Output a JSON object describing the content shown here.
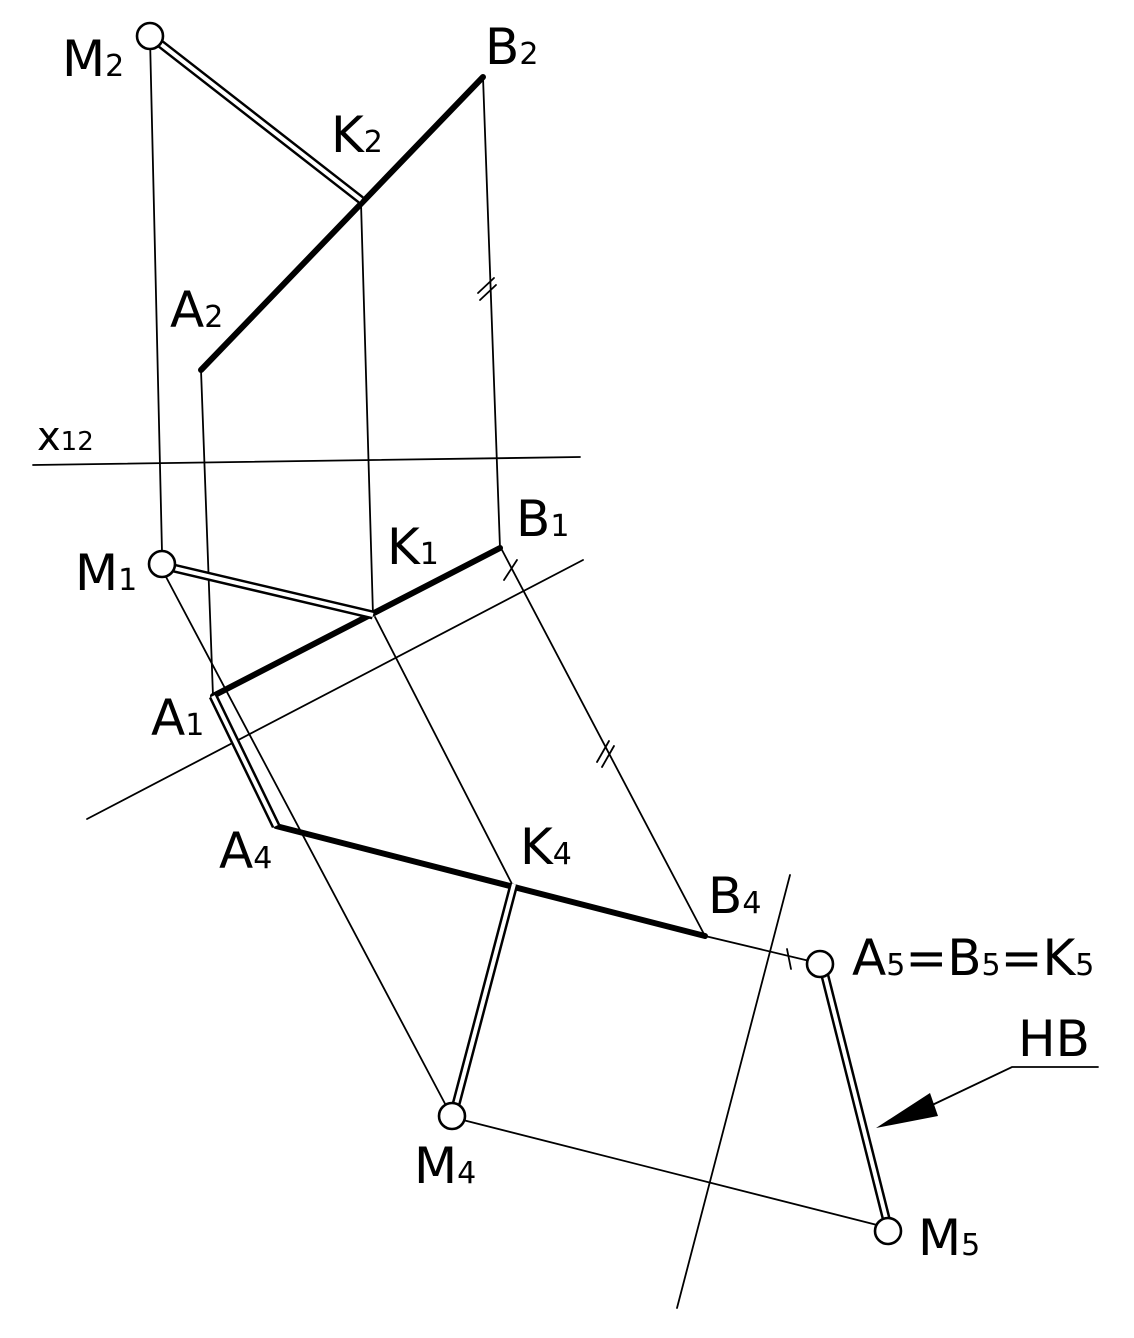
{
  "labels": {
    "M2": {
      "main": "M",
      "sub": "2"
    },
    "B2": {
      "main": "B",
      "sub": "2"
    },
    "K2": {
      "main": "K",
      "sub": "2"
    },
    "A2": {
      "main": "A",
      "sub": "2"
    },
    "x12": {
      "main": "x",
      "sub": "12"
    },
    "M1": {
      "main": "M",
      "sub": "1"
    },
    "K1": {
      "main": "K",
      "sub": "1"
    },
    "B1": {
      "main": "B",
      "sub": "1"
    },
    "A1": {
      "main": "A",
      "sub": "1"
    },
    "A4": {
      "main": "A",
      "sub": "4"
    },
    "K4": {
      "main": "K",
      "sub": "4"
    },
    "B4": {
      "main": "B",
      "sub": "4"
    },
    "A5B5K5": {
      "a": "A",
      "s1": "5",
      "eq1": "=B",
      "s2": "5",
      "eq2": "=K",
      "s3": "5"
    },
    "HB": "HB",
    "M4": {
      "main": "M",
      "sub": "4"
    },
    "M5": {
      "main": "M",
      "sub": "5"
    }
  }
}
